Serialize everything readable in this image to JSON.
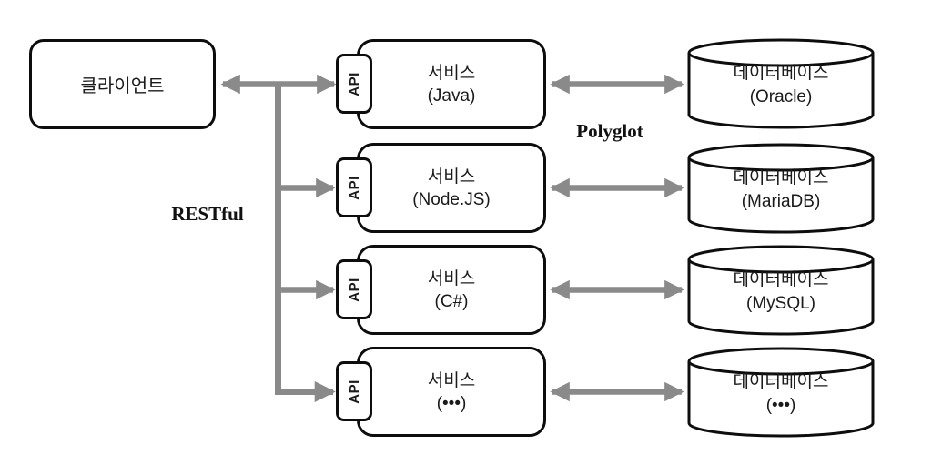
{
  "diagram": {
    "client": {
      "label": "클라이언트"
    },
    "flow_labels": {
      "left": "RESTful",
      "right": "Polyglot"
    },
    "api_tab_label": "API",
    "services": [
      {
        "name": "서비스",
        "runtime": "(Java)"
      },
      {
        "name": "서비스",
        "runtime": "(Node.JS)"
      },
      {
        "name": "서비스",
        "runtime": "(C#)"
      },
      {
        "name": "서비스",
        "runtime": "(•••)"
      }
    ],
    "databases": [
      {
        "name": "데이터베이스",
        "engine": "(Oracle)"
      },
      {
        "name": "데이터베이스",
        "engine": "(MariaDB)"
      },
      {
        "name": "데이터베이스",
        "engine": "(MySQL)"
      },
      {
        "name": "데이터베이스",
        "engine": "(•••)"
      }
    ],
    "colors": {
      "arrow": "#8a8a8a",
      "border": "#0d0d0d",
      "background": "#ffffff"
    }
  }
}
